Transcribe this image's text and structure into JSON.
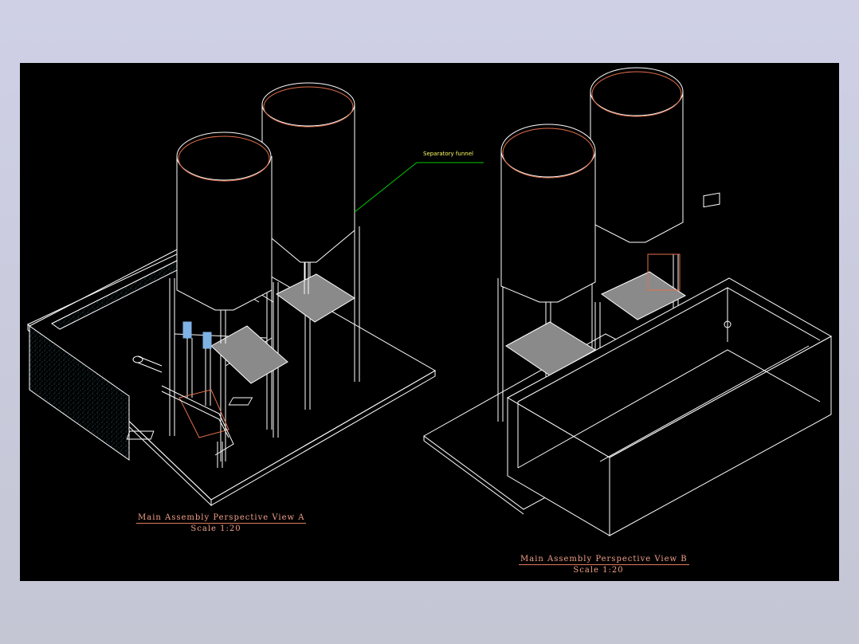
{
  "drawing": {
    "callout": "Separatory funnel",
    "views": [
      {
        "title": "Main Assembly Perspective View A",
        "scale": "Scale 1:20"
      },
      {
        "title": "Main Assembly Perspective View B",
        "scale": "Scale 1:20"
      }
    ]
  },
  "colors": {
    "canvas": "#000000",
    "outline": "#ffffff",
    "rim": "#e2704a",
    "leader": "#00cc00",
    "label": "#ffff66",
    "platform": "#8a8a8a",
    "motor": "#7fb3e6"
  }
}
